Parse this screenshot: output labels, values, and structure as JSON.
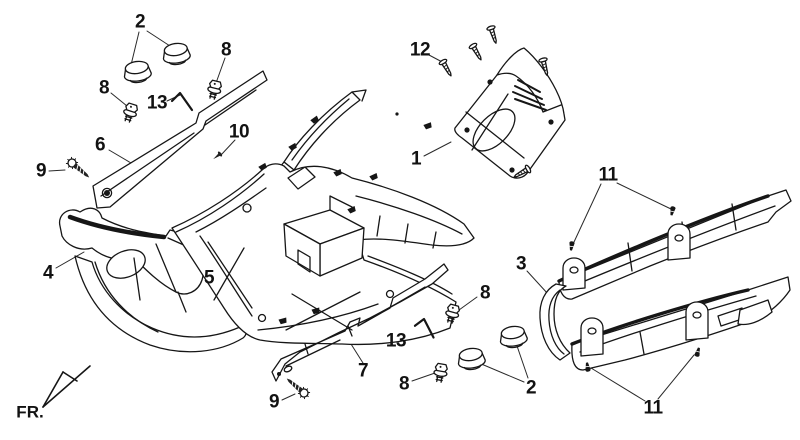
{
  "figure": {
    "front_label": "FR.",
    "callouts": [
      {
        "text": "2"
      },
      {
        "text": "8"
      },
      {
        "text": "13"
      },
      {
        "text": "8"
      },
      {
        "text": "10"
      },
      {
        "text": "12"
      },
      {
        "text": "6"
      },
      {
        "text": "9"
      },
      {
        "text": "1"
      },
      {
        "text": "11"
      },
      {
        "text": "4"
      },
      {
        "text": "5"
      },
      {
        "text": "3"
      },
      {
        "text": "8"
      },
      {
        "text": "13"
      },
      {
        "text": "7"
      },
      {
        "text": "8"
      },
      {
        "text": "2"
      },
      {
        "text": "9"
      },
      {
        "text": "11"
      }
    ]
  }
}
